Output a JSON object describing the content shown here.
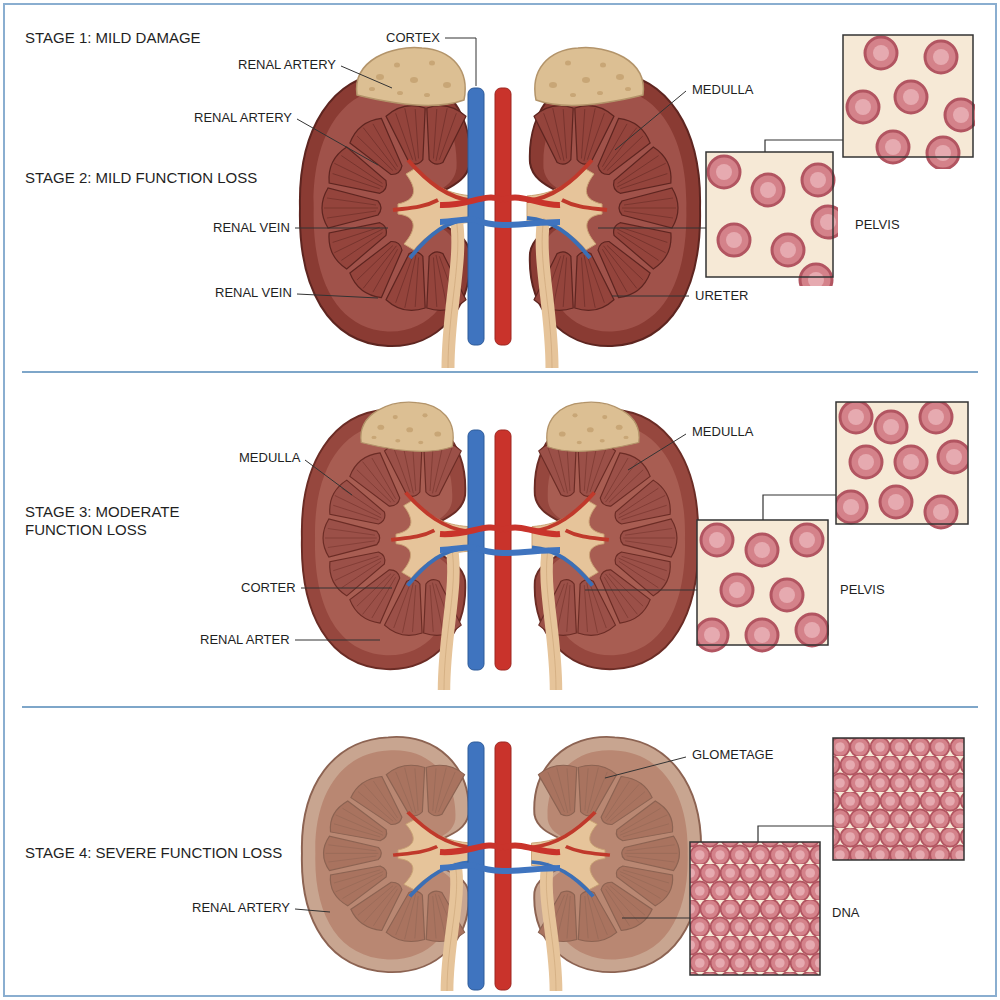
{
  "diagram": {
    "labels": [
      "STAGE 1: MILD DAMAGE",
      "CORTEX",
      "RENAL ARTERY",
      "MEDULLA",
      "RENAL ARTERY",
      "STAGE 2: MILD FUNCTION LOSS",
      "RENAL VEIN",
      "PELVIS",
      "RENAL VEIN",
      "URETER",
      "MEDULLA",
      "MEDULLA",
      "STAGE 3: MODERATE FUNCTION LOSS",
      "CORTER",
      "PELVIS",
      "RENAL ARTER",
      "GLOMETAGE",
      "STAGE 4: SEVERE FUNCTION LOSS",
      "RENAL ARTERY",
      "DNA"
    ]
  }
}
